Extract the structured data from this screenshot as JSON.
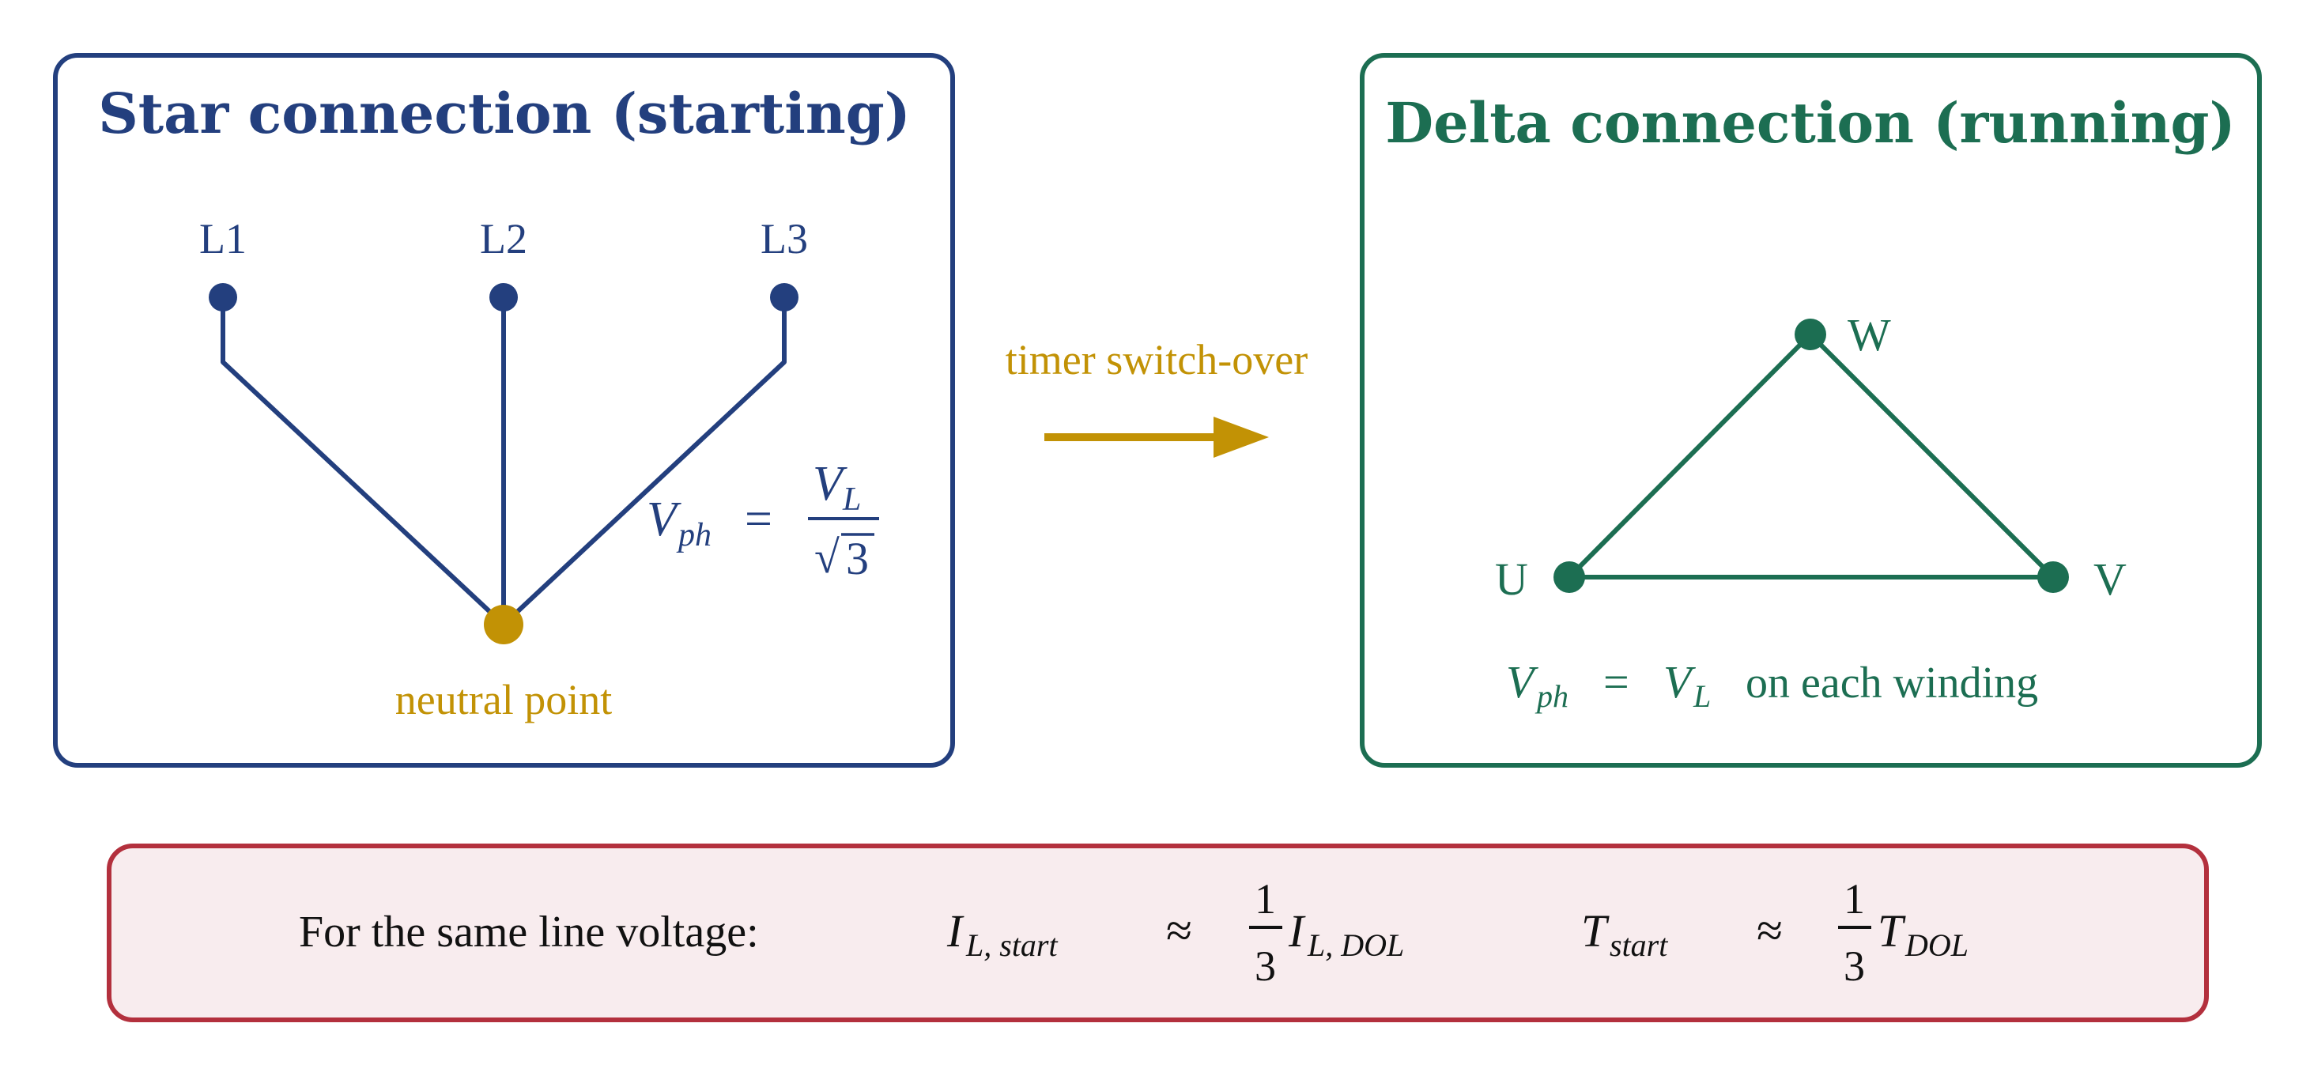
{
  "colors": {
    "star": "#233F7E",
    "delta": "#1C6E52",
    "accent": "#C29205",
    "summary_border": "#B3303D",
    "summary_fill": "#F8ECEE",
    "text": "#111111"
  },
  "star_panel": {
    "title": "Star connection (starting)",
    "terminals": [
      "L1",
      "L2",
      "L3"
    ],
    "neutral_label": "neutral point",
    "formula": {
      "lhs_var": "V",
      "lhs_sub": "ph",
      "eq": "=",
      "num_var": "V",
      "num_sub": "L",
      "den_root": "√",
      "den_val": "3"
    }
  },
  "arrow": {
    "label": "timer switch-over"
  },
  "delta_panel": {
    "title": "Delta connection (running)",
    "nodes": [
      "W",
      "U",
      "V"
    ],
    "formula": {
      "lhs_var": "V",
      "lhs_sub": "ph",
      "eq": "=",
      "rhs_var": "V",
      "rhs_sub": "L",
      "tail": "on each winding"
    }
  },
  "summary": {
    "lead": "For the same line voltage:",
    "current": {
      "var": "I",
      "sub": "L, start",
      "approx": "≈",
      "num": "1",
      "den": "3",
      "rhs_var": "I",
      "rhs_sub": "L, DOL"
    },
    "torque": {
      "var": "T",
      "sub": "start",
      "approx": "≈",
      "num": "1",
      "den": "3",
      "rhs_var": "T",
      "rhs_sub": "DOL"
    }
  }
}
